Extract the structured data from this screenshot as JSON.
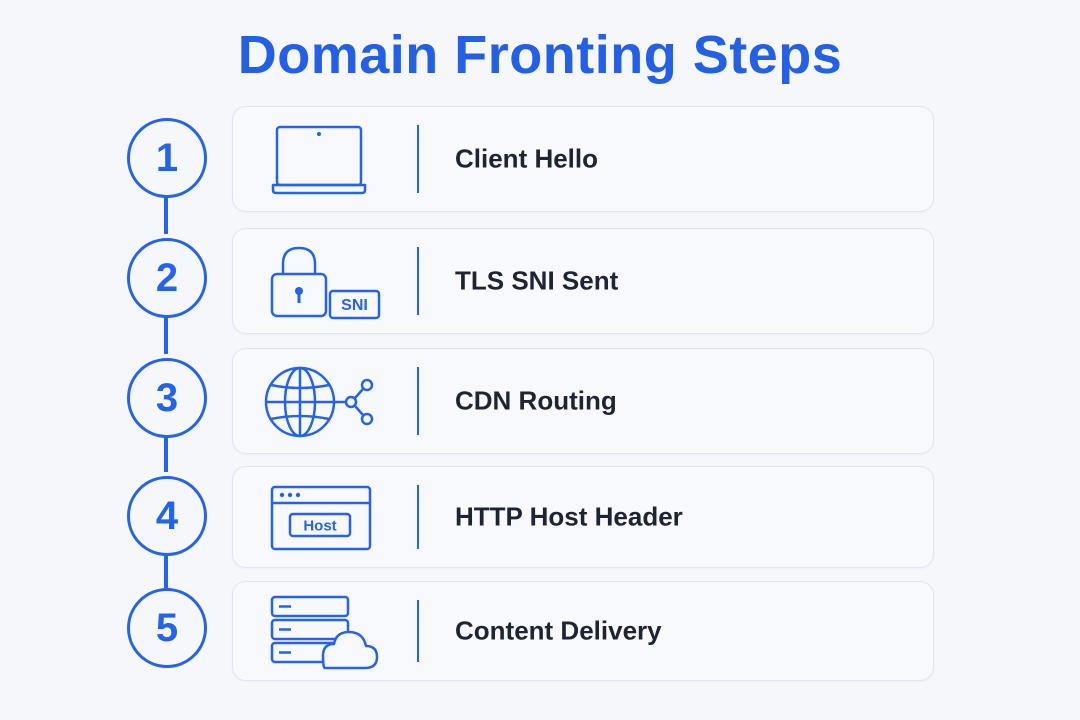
{
  "title": "Domain Fronting Steps",
  "accent_color": "#2563eb",
  "steps": [
    {
      "number": "1",
      "label": "Client Hello",
      "icon": "laptop-icon"
    },
    {
      "number": "2",
      "label": "TLS SNI Sent",
      "icon": "padlock-sni-icon",
      "icon_text": "SNI"
    },
    {
      "number": "3",
      "label": "CDN Routing",
      "icon": "globe-network-icon"
    },
    {
      "number": "4",
      "label": "HTTP Host Header",
      "icon": "browser-window-host-icon",
      "icon_text": "Host"
    },
    {
      "number": "5",
      "label": "Content Delivery",
      "icon": "server-cloud-icon"
    }
  ]
}
